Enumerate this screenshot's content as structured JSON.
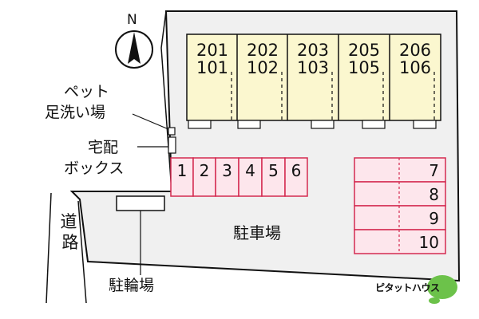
{
  "compass": {
    "north_label": "N"
  },
  "units": [
    {
      "upper": "201",
      "lower": "101"
    },
    {
      "upper": "202",
      "lower": "102"
    },
    {
      "upper": "203",
      "lower": "103"
    },
    {
      "upper": "205",
      "lower": "105"
    },
    {
      "upper": "206",
      "lower": "106"
    }
  ],
  "labels": {
    "pet_line1": "ペット",
    "pet_line2": "足洗い場",
    "box_line1": "宅配",
    "box_line2": "ボックス",
    "road_char1": "道",
    "road_char2": "路",
    "parking": "駐車場",
    "bike_parking": "駐輪場"
  },
  "parking_row": [
    "1",
    "2",
    "3",
    "4",
    "5",
    "6"
  ],
  "parking_right": [
    "7",
    "8",
    "9",
    "10"
  ],
  "brand": {
    "text": "ピタットハウス",
    "color": "#6cc24a"
  },
  "colors": {
    "building_fill": "#fbf7cf",
    "space_fill": "#fde6ec",
    "space_stroke": "#d42a50",
    "site_fill": "#f0f0f0"
  }
}
